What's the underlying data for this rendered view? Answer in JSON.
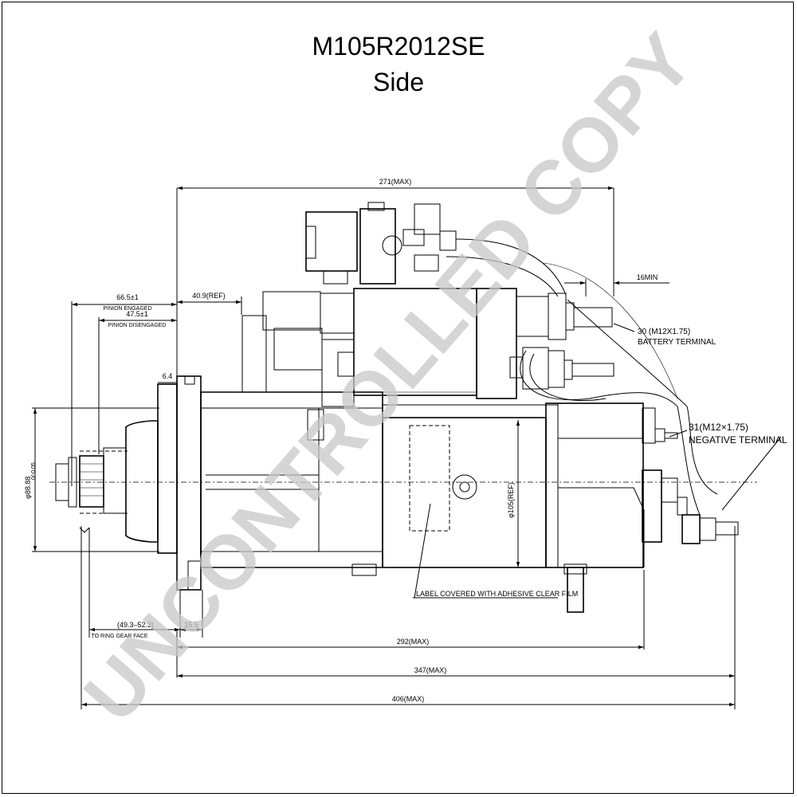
{
  "title": {
    "model": "M105R2012SE",
    "view": "Side"
  },
  "watermark": "UNCONTROLLED COPY",
  "dimensions": {
    "overall_271": "271(MAX)",
    "ref_40_9": "40.9(REF)",
    "pinion_engaged_value": "66.5±1",
    "pinion_engaged_label": "PINION ENGAGED",
    "pinion_disengaged_value": "47.5±1",
    "pinion_disengaged_label": "PINION DISENGAGED",
    "flange_6_4": "6.4",
    "min_16": "16MIN",
    "diameter_pilot": "φ88.88",
    "diameter_pilot_tol": "0/-0.05",
    "diameter_105": "φ105(REF)",
    "ring_gear_value": "(49.3–52.3)",
    "ring_gear_label": "TO RING GEAR FACE",
    "flange_15_5": "15.5",
    "length_292": "292(MAX)",
    "length_347": "347(MAX)",
    "length_406": "406(MAX)"
  },
  "terminals": {
    "battery_spec": "30 (M12X1.75)",
    "battery_label": "BATTERY TERMINAL",
    "negative_spec": "31(M12×1.75)",
    "negative_label": "NEGATIVE TERMINAL"
  },
  "notes": {
    "label_note": "LABEL COVERED WITH ADHESIVE CLEAR FILM"
  },
  "colors": {
    "line": "#000000",
    "watermark": "#c8c8c8",
    "background": "#ffffff"
  }
}
